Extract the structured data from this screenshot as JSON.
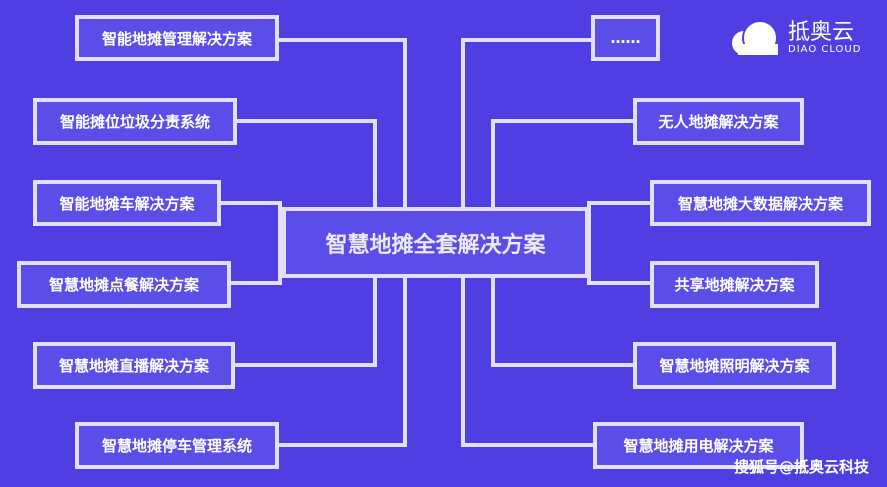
{
  "center": "智慧地摊全套解决方案",
  "left": [
    "智能地摊管理解决方案",
    "智能摊位垃圾分责系统",
    "智能地摊车解决方案",
    "智慧地摊点餐解决方案",
    "智慧地摊直播解决方案",
    "智慧地摊停车管理系统"
  ],
  "right": [
    "……",
    "无人地摊解决方案",
    "智慧地摊大数据解决方案",
    "共享地摊解决方案",
    "智慧地摊照明解决方案",
    "智慧地摊用电解决方案"
  ],
  "logo": {
    "name": "抵奥云",
    "sub": "DIAO CLOUD"
  },
  "watermark": "搜狐号@抵奥云科技"
}
